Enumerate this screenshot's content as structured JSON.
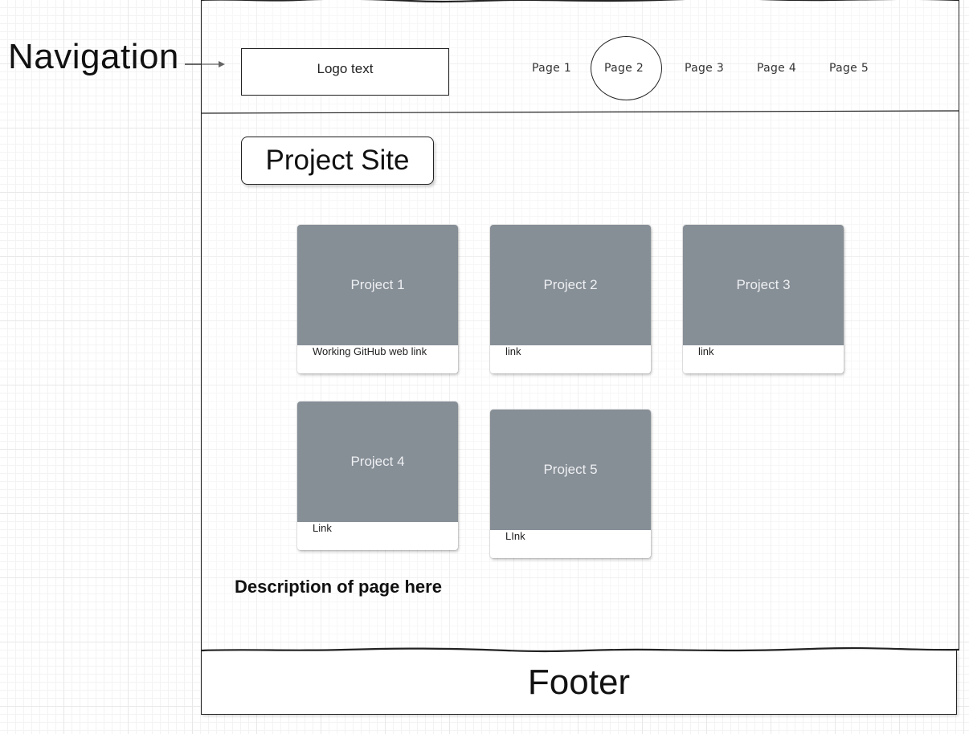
{
  "annotation": {
    "label": "Navigation"
  },
  "nav": {
    "logo_text": "Logo text",
    "links": [
      "Page 1",
      "Page 2",
      "Page 3",
      "Page 4",
      "Page 5"
    ],
    "active_index": 1
  },
  "site_title": "Project Site",
  "projects": [
    {
      "title": "Project 1",
      "link": "Working GitHub web  link"
    },
    {
      "title": "Project 2",
      "link": "link"
    },
    {
      "title": "Project 3",
      "link": "link"
    },
    {
      "title": "Project 4",
      "link": "Link"
    },
    {
      "title": "Project 5",
      "link": "LInk"
    }
  ],
  "description": "Description of page here",
  "footer": "Footer"
}
